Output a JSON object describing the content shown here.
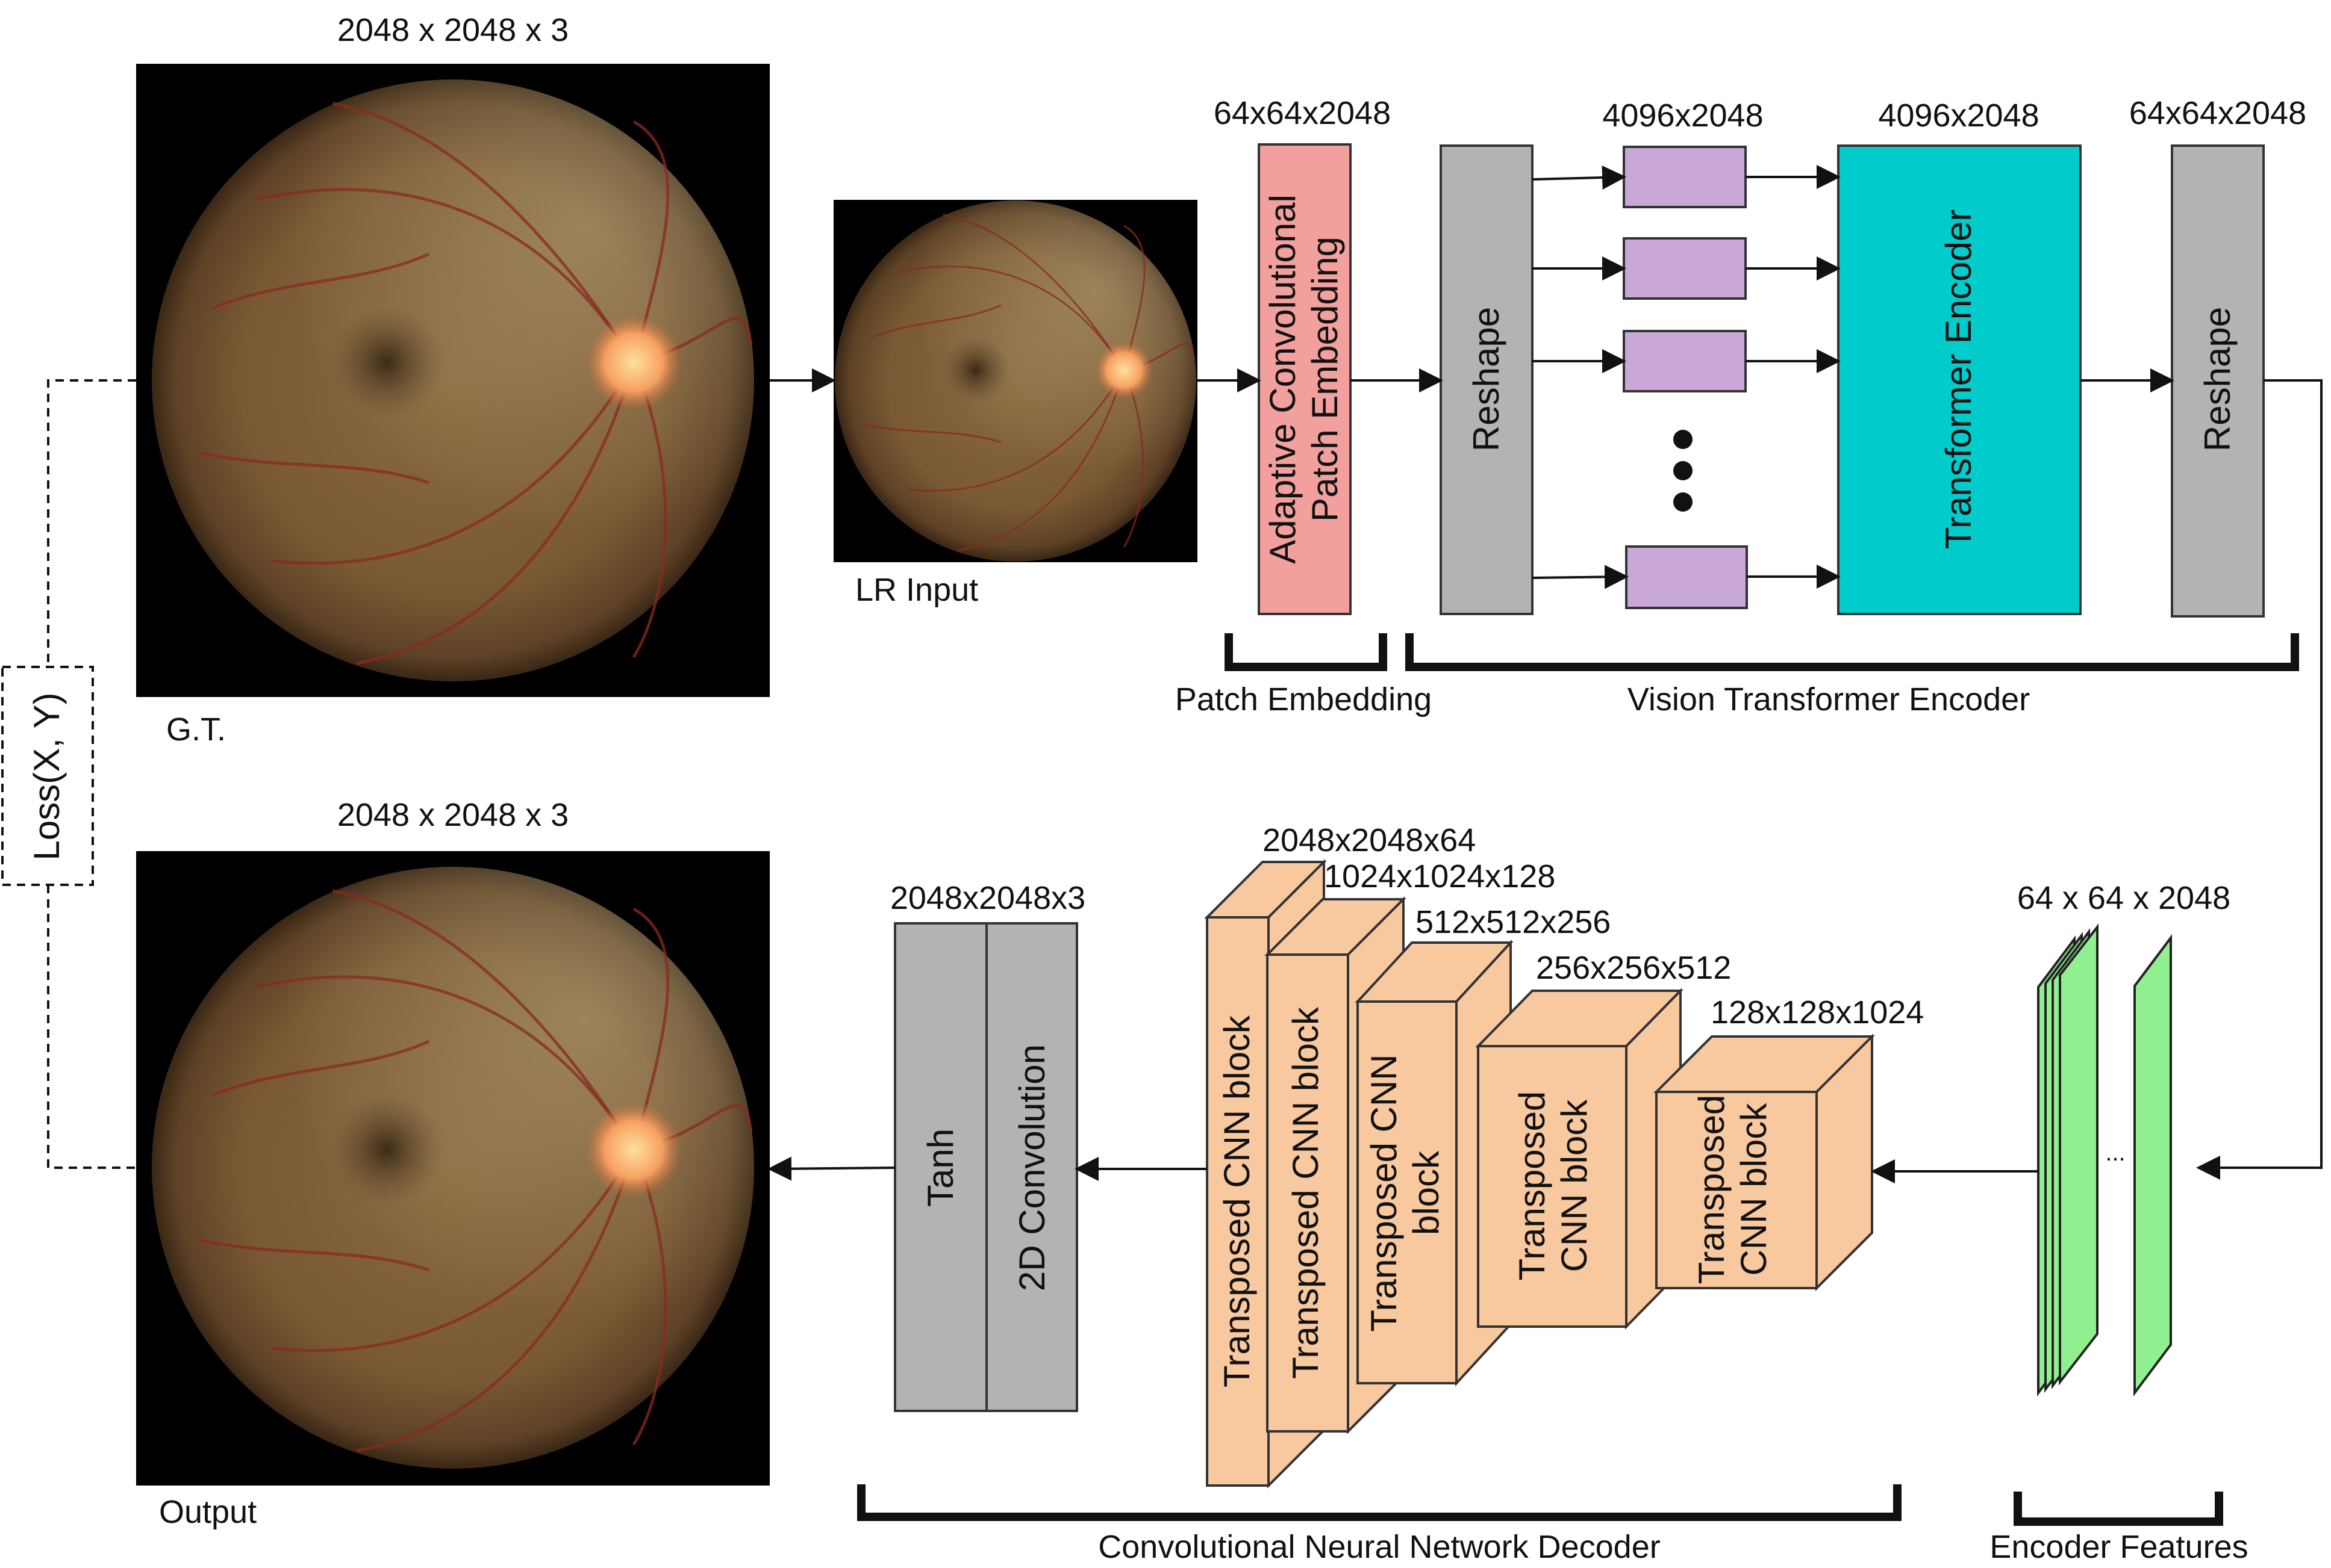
{
  "gt": {
    "dims": "2048 x 2048 x 3",
    "caption": "G.T."
  },
  "lr": {
    "caption": "LR Input"
  },
  "output": {
    "dims": "2048 x 2048 x 3",
    "caption": "Output"
  },
  "loss": {
    "label": "Loss(X, Y)"
  },
  "patch_embedding": {
    "dims": "64x64x2048",
    "line1": "Adaptive Convolutional",
    "line2": "Patch Embedding",
    "bracket_label": "Patch Embedding"
  },
  "vit": {
    "reshape_label": "Reshape",
    "tokens_dims": "4096x2048",
    "encoder_dims": "4096x2048",
    "encoder_label": "Transformer Encoder",
    "reshape2_dims": "64x64x2048",
    "reshape2_label": "Reshape",
    "bracket_label": "Vision Transformer Encoder"
  },
  "encoder_features": {
    "dims": "64 x 64 x 2048",
    "ellipsis": "...",
    "bracket_label": "Encoder Features"
  },
  "decoder": {
    "bracket_label": "Convolutional Neural Network Decoder",
    "blocks": [
      {
        "dims": "2048x2048x64",
        "line1": "Transposed CNN block",
        "line2": ""
      },
      {
        "dims": "1024x1024x128",
        "line1": "Transposed CNN block",
        "line2": ""
      },
      {
        "dims": "512x512x256",
        "line1": "Transposed CNN",
        "line2": "block"
      },
      {
        "dims": "256x256x512",
        "line1": "Transposed",
        "line2": "CNN block"
      },
      {
        "dims": "128x128x1024",
        "line1": "Transposed",
        "line2": "CNN block"
      }
    ]
  },
  "final": {
    "dims": "2048x2048x3",
    "tanh_label": "Tanh",
    "conv_label": "2D Convolution"
  },
  "colors": {
    "patch_embed": "#f2a09e",
    "reshape": "#b3b3b3",
    "token": "#c9a8d8",
    "transformer": "#00cccc",
    "cnn_block": "#f8c89e",
    "feature_map": "#90f090"
  }
}
